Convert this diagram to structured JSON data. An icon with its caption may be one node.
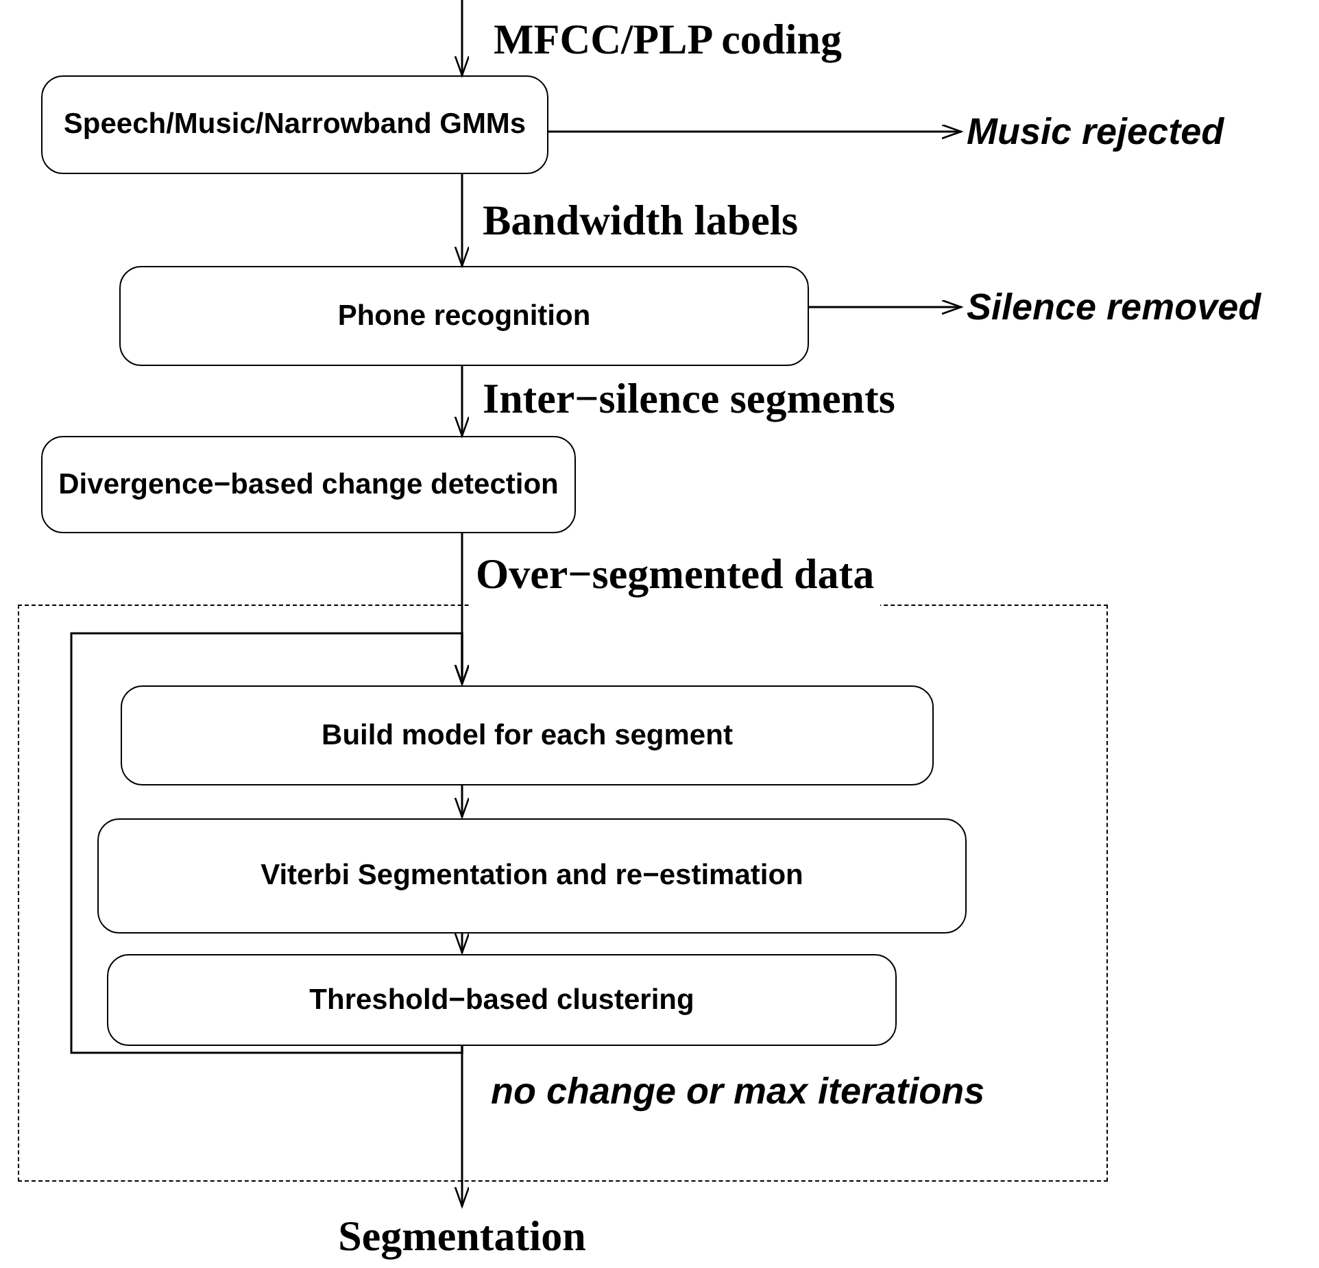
{
  "diagram": {
    "nodes": [
      {
        "text": [
          "Speech/Music/Narrowband GMMs"
        ]
      },
      {
        "text": [
          "Music rejected"
        ]
      },
      {
        "text": [
          "Phone recognition"
        ]
      },
      {
        "text": [
          "Silence removed"
        ]
      },
      {
        "text": [
          "Divergence−based change detection"
        ]
      },
      {
        "text": [],
        "shape": "box"
      },
      {
        "text": [
          "Build model for each segment"
        ],
        "in": 5
      },
      {
        "text": [
          "Viterbi Segmentation and re−estimation"
        ],
        "in": 5
      },
      {
        "text": [
          "Threshold−based clustering"
        ],
        "in": 5
      },
      {
        "text": [
          "Segmentation"
        ]
      }
    ],
    "edges": [
      {
        "from": null,
        "to": 0,
        "arrow": "to",
        "label": "MFCC/PLP coding"
      },
      {
        "from": 0,
        "to": 1,
        "arrow": "to"
      },
      {
        "from": 0,
        "to": 2,
        "arrow": "to",
        "label": "Bandwidth labels"
      },
      {
        "from": 2,
        "to": 3,
        "arrow": "to"
      },
      {
        "from": 2,
        "to": 4,
        "arrow": "to",
        "label": "Inter−silence segments"
      },
      {
        "from": 4,
        "to": 6,
        "arrow": "to",
        "label": "Over−segmented data"
      },
      {
        "from": 6,
        "to": 7,
        "arrow": "to"
      },
      {
        "from": 7,
        "to": 8,
        "arrow": "to"
      },
      {
        "from": 8,
        "to": 6,
        "arrow": "to"
      },
      {
        "from": 8,
        "to": 9,
        "arrow": "to",
        "label": "no change or max iterations"
      }
    ]
  }
}
